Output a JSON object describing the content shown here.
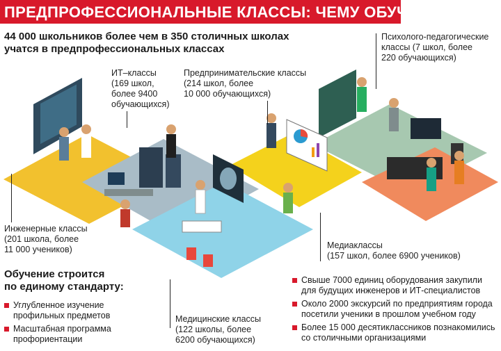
{
  "title": "ПРЕДПРОФЕССИОНАЛЬНЫЕ КЛАССЫ: ЧЕМУ ОБУЧАЮТ",
  "lead": [
    "44 000 школьников более чем в 350 столичных школах",
    "учатся в предпрофессиональных классах"
  ],
  "classes": {
    "it": [
      "ИТ–классы",
      "(169 школ,",
      "более 9400",
      "обучающихся)"
    ],
    "business": [
      "Предпринимательские классы",
      "(214 школ, более",
      "10 000 обучающихся)"
    ],
    "psycho": [
      "Психолого-педагогические",
      "классы (7 школ, более",
      "220 обучающихся)"
    ],
    "engineering": [
      "Инженерные классы",
      "(201 школа, более",
      "11 000 учеников)"
    ],
    "media": [
      "Медиаклассы",
      "(157 школ, более 6900 учеников)"
    ],
    "medical": [
      "Медицинские классы",
      "(122 школы, более",
      "6200 обучающихся)"
    ]
  },
  "standard": {
    "title": [
      "Обучение строится",
      "по единому стандарту:"
    ],
    "items": [
      [
        "Углубленное изучение",
        "профильных предметов"
      ],
      [
        "Масштабная программа",
        "профориентации"
      ]
    ]
  },
  "facts": [
    [
      "Свыше 7000 единиц оборудования закупили",
      "для будущих инженеров и ИТ-специалистов"
    ],
    [
      "Около 2000 экскурсий по предприятиям города",
      "посетили ученики в прошлом учебном году"
    ],
    [
      "Более 15 000 десятиклассников познакомились",
      "со столичными организациями"
    ]
  ],
  "colors": {
    "accent": "#d8192b",
    "engineering_floor": "#f2c12e",
    "it_floor": "#a9bcc7",
    "business_floor": "#f4d21c",
    "medical_floor": "#8fd3e8",
    "media_floor": "#f08a5d",
    "psycho_floor": "#a7c8b0"
  }
}
